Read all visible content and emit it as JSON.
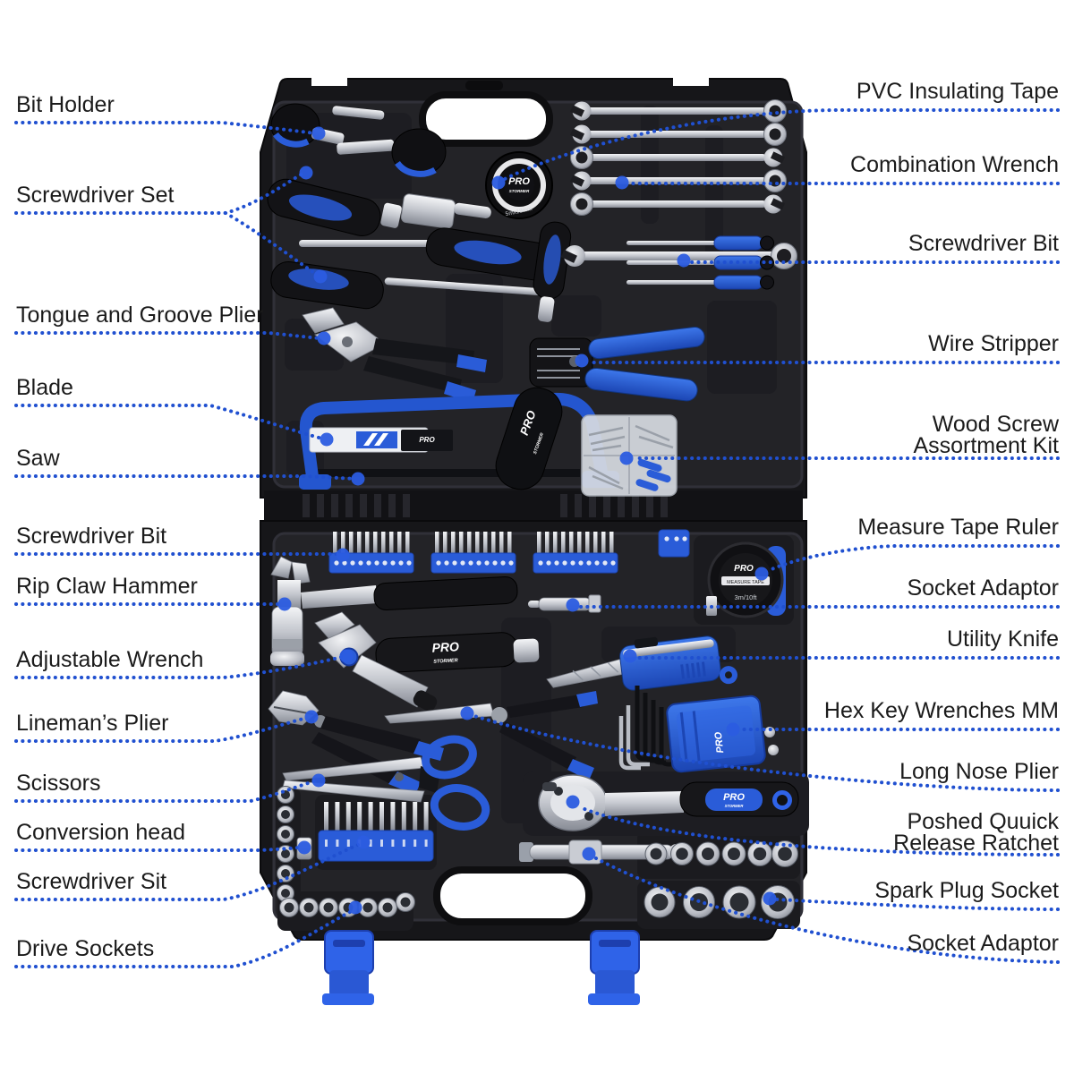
{
  "page": {
    "background": "#ffffff"
  },
  "colors": {
    "leader_blue": "#2050d0",
    "terminal_dot_blue": "#2b5ce0",
    "tool_accent_blue": "#2a5cd8",
    "latch_blue": "#2f63e8",
    "case_black": "#17171a",
    "chrome_light": "#f2f3f5",
    "chrome_dark": "#878b95",
    "label_text": "#1b1b1b"
  },
  "brand": {
    "pro": "PRO",
    "stormer": "STORMER"
  },
  "product": {
    "tape_size": "5mx18mm",
    "measure_tape_label": "MEASURE TAPE",
    "measure_tape_size": "3m/10ft"
  },
  "callouts": {
    "left": [
      {
        "label": "Bit Holder"
      },
      {
        "label": "Screwdriver Set"
      },
      {
        "label": "Tongue and Groove Plier"
      },
      {
        "label": "Blade"
      },
      {
        "label": "Saw"
      },
      {
        "label": "Screwdriver Bit"
      },
      {
        "label": "Rip Claw Hammer"
      },
      {
        "label": "Adjustable Wrench"
      },
      {
        "label": "Lineman’s Plier"
      },
      {
        "label": "Scissors"
      },
      {
        "label": "Conversion head"
      },
      {
        "label": "Screwdriver Sit"
      },
      {
        "label": "Drive Sockets"
      }
    ],
    "right": [
      {
        "label": "PVC Insulating Tape"
      },
      {
        "label": "Combination Wrench"
      },
      {
        "label": "Screwdriver Bit"
      },
      {
        "label": "Wire Stripper"
      },
      {
        "label": "Wood Screw",
        "label2": "Assortment Kit"
      },
      {
        "label": "Measure Tape Ruler"
      },
      {
        "label": "Socket Adaptor"
      },
      {
        "label": "Utility Knife"
      },
      {
        "label": "Hex Key Wrenches MM"
      },
      {
        "label": "Long Nose Plier"
      },
      {
        "label": "Poshed Quuick",
        "label2": "Release Ratchet"
      },
      {
        "label": "Spark Plug Socket"
      },
      {
        "label": "Socket Adaptor"
      }
    ]
  }
}
